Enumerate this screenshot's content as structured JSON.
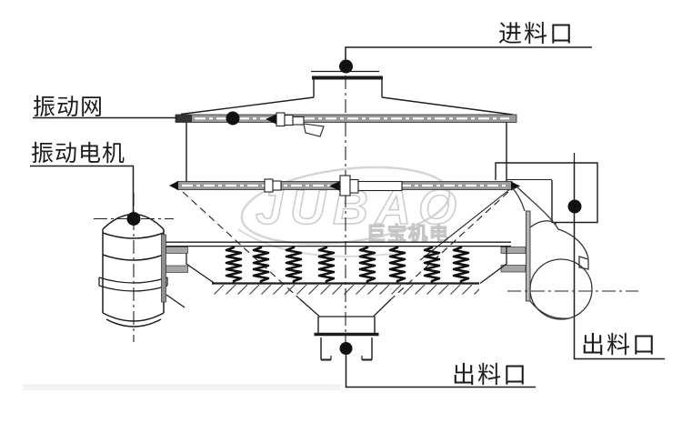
{
  "diagram": {
    "labels": {
      "feed_inlet": "进料口",
      "vibrating_mesh": "振动网",
      "vibration_motor": "振动电机",
      "outlet_bottom": "出料口",
      "outlet_side": "出料口"
    },
    "watermark": {
      "brand_en": "JUBAO",
      "brand_cn": "巨宝机电"
    },
    "colors": {
      "line": "#1c1c1c",
      "band_fill": "#9b9b9b",
      "watermark": "#d4d4d4",
      "background": "#ffffff"
    }
  }
}
